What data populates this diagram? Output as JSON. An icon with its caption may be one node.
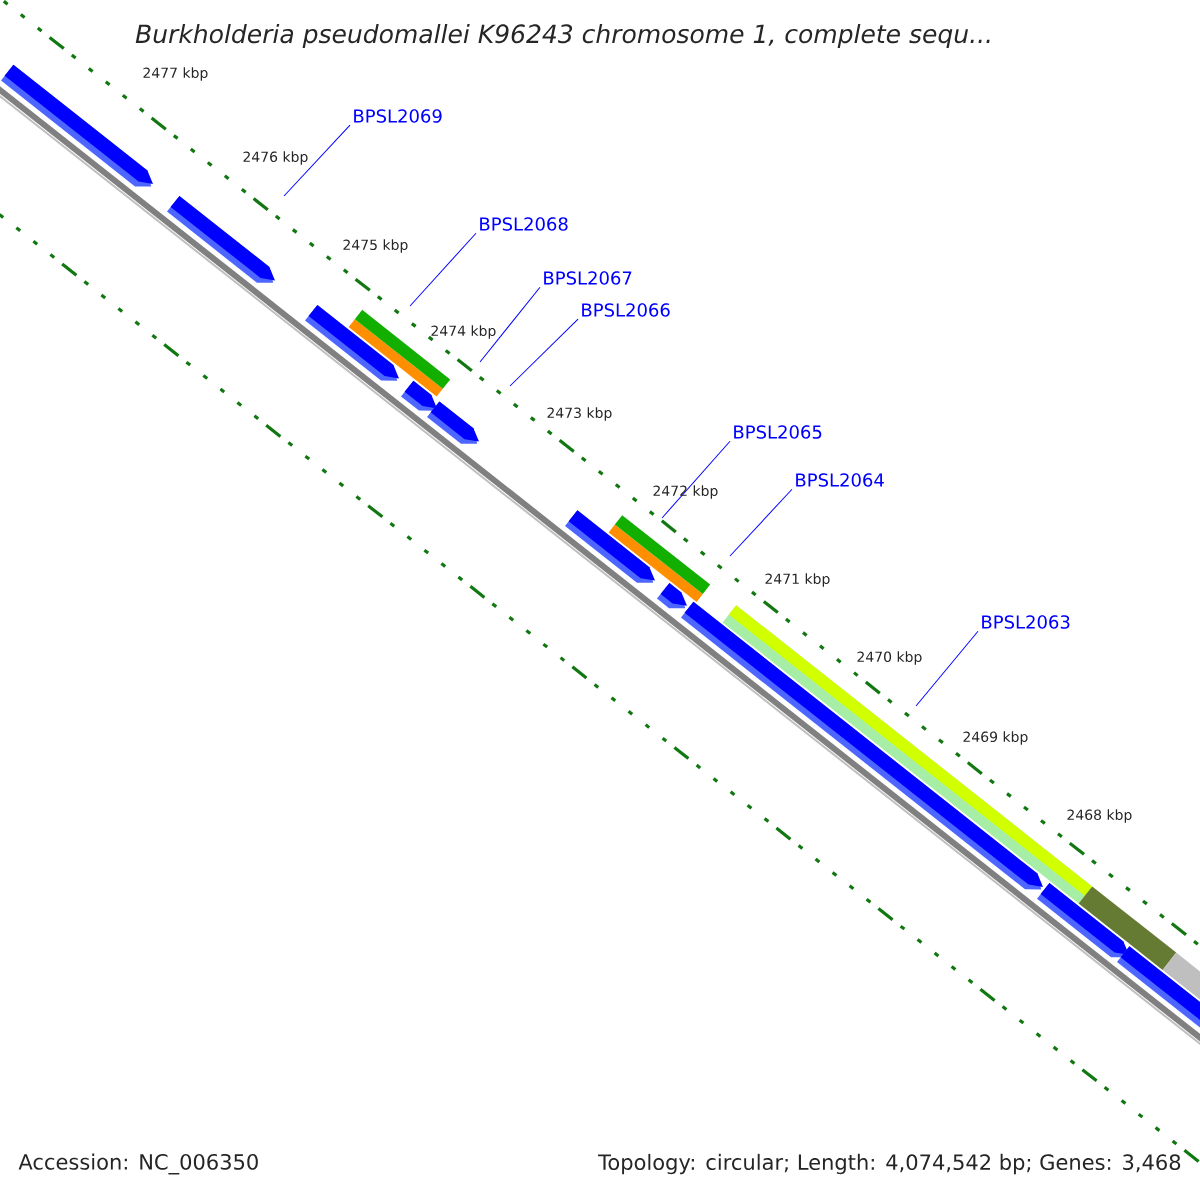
{
  "diagram": {
    "title": "Burkholderia pseudomallei K96243 chromosome 1, complete sequ...",
    "nodes": [
      {
        "text": [
          "BPSL2069"
        ]
      },
      {
        "text": [
          "BPSL2068"
        ]
      },
      {
        "text": [
          "BPSL2067"
        ]
      },
      {
        "text": [
          "BPSL2066"
        ]
      },
      {
        "text": [
          "BPSL2065"
        ]
      },
      {
        "text": [
          "BPSL2064"
        ]
      },
      {
        "text": [
          "BPSL2063"
        ]
      }
    ],
    "edges": [
      {
        "from": 0,
        "to": null,
        "arrow": "none"
      },
      {
        "from": 1,
        "to": null,
        "arrow": "none"
      },
      {
        "from": 2,
        "to": null,
        "arrow": "none"
      },
      {
        "from": 3,
        "to": null,
        "arrow": "none"
      },
      {
        "from": 4,
        "to": null,
        "arrow": "none"
      },
      {
        "from": 5,
        "to": null,
        "arrow": "none"
      },
      {
        "from": 6,
        "to": null,
        "arrow": "none"
      }
    ],
    "labels": [
      "2477 kbp",
      "2476 kbp",
      "2475 kbp",
      "2474 kbp",
      "2473 kbp",
      "2472 kbp",
      "2471 kbp",
      "2470 kbp",
      "2469 kbp",
      "2468 kbp",
      "Accession: NC_006350",
      "Topology: circular; Length: 4,074,542 bp; Genes: 3,468"
    ]
  }
}
